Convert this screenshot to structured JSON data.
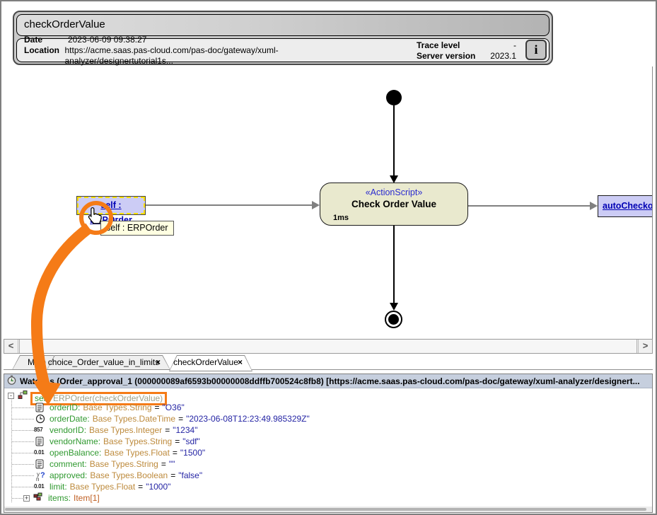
{
  "header": {
    "title": "checkOrderValue",
    "info": {
      "date_label": "Date",
      "date_value": "2023-06-09 09:38:27",
      "location_label": "Location",
      "location_value": "https://acme.saas.pas-cloud.com/pas-doc/gateway/xuml-analyzer/designertutorial1s...",
      "trace_label": "Trace level",
      "trace_value": "-",
      "server_label": "Server version",
      "server_value": "2023.1",
      "info_button": "i"
    }
  },
  "diagram": {
    "stereotype": "«ActionScript»",
    "action_name": "Check Order Value",
    "duration": "1ms",
    "self_label": "self : ERPOrder",
    "tooltip": "self : ERPOrder",
    "next_action_label": "autoCheckou"
  },
  "scrollbar": {
    "left_arrow": "<",
    "right_arrow": ">"
  },
  "tabs": [
    {
      "label": "Main"
    },
    {
      "label": "choice_Order_value_in_limits",
      "close": "×"
    },
    {
      "label": "checkOrderValue",
      "close": "×"
    }
  ],
  "watches": {
    "title": "Watches (Order_approval_1 (000000089af6593b00000008ddffb700524c8fb8) [https://acme.saas.pas-cloud.com/pas-doc/gateway/xuml-analyzer/designert...",
    "expand_minus": "-",
    "expand_plus": "+",
    "equals": "=",
    "root": {
      "name": "self:",
      "type": "ERPOrder(checkOrderValue)"
    },
    "properties": [
      {
        "name": "orderID:",
        "type": "Base Types.String",
        "value": "\"O36\""
      },
      {
        "name": "orderDate:",
        "type": "Base Types.DateTime",
        "value": "\"2023-06-08T12:23:49.985329Z\""
      },
      {
        "name": "vendorID:",
        "type": "Base Types.Integer",
        "value": "\"1234\""
      },
      {
        "name": "vendorName:",
        "type": "Base Types.String",
        "value": "\"sdf\""
      },
      {
        "name": "openBalance:",
        "type": "Base Types.Float",
        "value": "\"1500\""
      },
      {
        "name": "comment:",
        "type": "Base Types.String",
        "value": "\"\""
      },
      {
        "name": "approved:",
        "type": "Base Types.Boolean",
        "value": "\"false\""
      },
      {
        "name": "limit:",
        "type": "Base Types.Float",
        "value": "\"1000\""
      }
    ],
    "collection": {
      "name": "items:",
      "type": "Item[1]"
    },
    "icon_labels": {
      "integer": "857",
      "float": "0.01",
      "bool_y": "y",
      "bool_n": "n",
      "bool_q": "?"
    }
  },
  "colors": {
    "annotation_orange": "#f57b17",
    "action_fill": "#e9e9ce",
    "object_fill": "#ccccf5",
    "stereotype_blue": "#2b2bd0",
    "link_blue": "#0000b4",
    "tree_name_green": "#2f992f",
    "tree_type_tan": "#bd8a3c",
    "tree_value_navy": "#2424a4",
    "watches_header_bg": "#c6cfde"
  }
}
